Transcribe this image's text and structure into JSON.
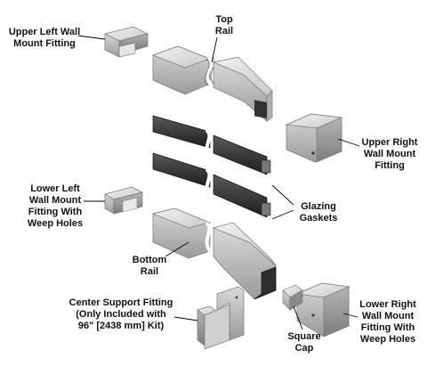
{
  "labels": {
    "upper_left": "Upper Left Wall\nMount Fitting",
    "top_rail": "Top\nRail",
    "upper_right": "Upper Right\nWall Mount\nFitting",
    "lower_left": "Lower Left\nWall Mount\nFitting With\nWeep Holes",
    "glazing": "Glazing\nGaskets",
    "bottom_rail": "Bottom\nRail",
    "center_support": "Center Support Fitting\n(Only Included with\n96\" [2438 mm] Kit)",
    "lower_right": "Lower Right\nWall Mount\nFitting With\nWeep Holes",
    "square_cap": "Square\nCap"
  }
}
